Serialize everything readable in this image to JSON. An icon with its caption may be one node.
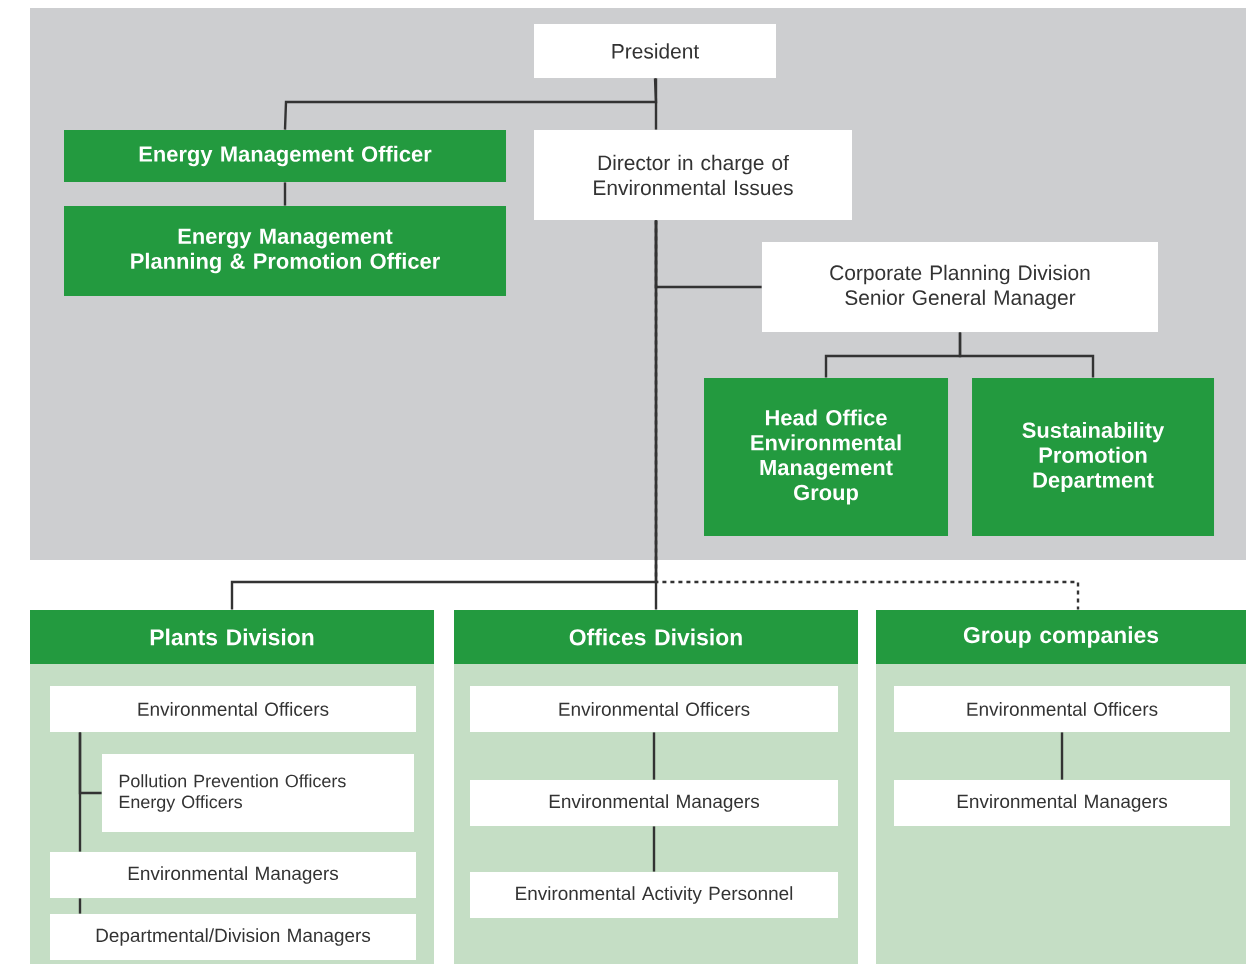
{
  "diagram": {
    "nodes": [
      {
        "text": [
          "President"
        ]
      },
      {
        "text": [
          "Energy Management Officer"
        ]
      },
      {
        "text": [
          "Energy Management Planning & Promotion Officer"
        ]
      },
      {
        "text": [
          "Director in charge of Environmental Issues"
        ]
      },
      {
        "text": [
          "Corporate Planning Division Senior General Manager"
        ]
      },
      {
        "text": [
          "Head Office Environmental Management Group"
        ]
      },
      {
        "text": [
          "Sustainability Promotion Department"
        ]
      },
      {
        "text": [],
        "shape": "box"
      },
      {
        "text": [
          "Plants Division"
        ]
      },
      {
        "text": [
          "Environmental Officers"
        ],
        "in": 7
      },
      {
        "text": [
          "Pollution Prevention Officers Energy Officers"
        ],
        "in": 7
      },
      {
        "text": [
          "Environmental Managers"
        ],
        "in": 7
      },
      {
        "text": [
          "Departmental/Division Managers"
        ],
        "in": 7
      },
      {
        "text": [],
        "shape": "box"
      },
      {
        "text": [
          "Offices Division"
        ]
      },
      {
        "text": [
          "Environmental Officers"
        ],
        "in": 13
      },
      {
        "text": [
          "Environmental Managers"
        ],
        "in": 13
      },
      {
        "text": [
          "Environmental Activity Personnel"
        ],
        "in": 13
      },
      {
        "text": [],
        "shape": "box"
      },
      {
        "text": [
          "Group companies"
        ]
      },
      {
        "text": [
          "Environmental Officers"
        ],
        "in": 18
      },
      {
        "text": [
          "Environmental Managers"
        ],
        "in": 18
      }
    ],
    "edges": [
      {
        "from": 0,
        "to": 1,
        "arrow": "none"
      },
      {
        "from": 0,
        "to": 3,
        "arrow": "none"
      },
      {
        "from": 1,
        "to": 2,
        "arrow": "none"
      },
      {
        "from": 3,
        "to": 4,
        "arrow": "none"
      },
      {
        "from": 4,
        "to": 5,
        "arrow": "none"
      },
      {
        "from": 4,
        "to": 6,
        "arrow": "none"
      },
      {
        "from": 3,
        "to": 8,
        "arrow": "none"
      },
      {
        "from": 3,
        "to": 14,
        "arrow": "none"
      },
      {
        "from": 3,
        "to": 19,
        "arrow": "none",
        "style": "dashed"
      },
      {
        "from": 9,
        "to": 10,
        "arrow": "none"
      },
      {
        "from": 9,
        "to": 11,
        "arrow": "none"
      },
      {
        "from": 11,
        "to": 12,
        "arrow": "none"
      },
      {
        "from": 15,
        "to": 16,
        "arrow": "none"
      },
      {
        "from": 16,
        "to": 17,
        "arrow": "none"
      },
      {
        "from": 20,
        "to": 21,
        "arrow": "none"
      }
    ]
  }
}
